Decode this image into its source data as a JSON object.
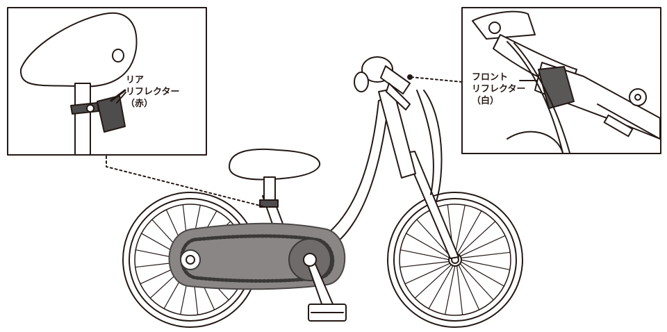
{
  "rear_reflector": {
    "label_lines": [
      "リア",
      "リフレクター",
      "（赤）"
    ]
  },
  "front_reflector": {
    "label_lines": [
      "フロント",
      "リフレクター",
      "（白）"
    ]
  },
  "colors": {
    "line": "#231815",
    "chain_guard": "#8a8686",
    "chain_guard_dark": "#4a4646",
    "reflector_rear": "#4e4c4c",
    "reflector_front": "#5a5757",
    "frame_fill": "#ffffff"
  }
}
